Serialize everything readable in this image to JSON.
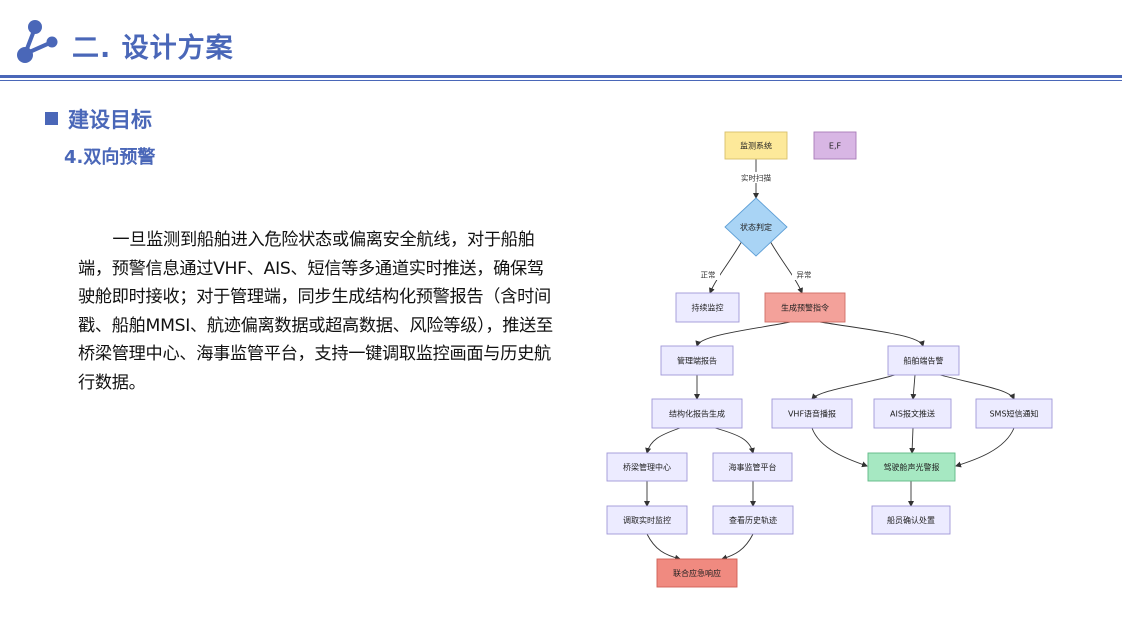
{
  "header": {
    "title": "二. 设计方案"
  },
  "section": {
    "title": "建设目标",
    "subtitle": "4.双向预警"
  },
  "body": {
    "paragraph": "一旦监测到船舶进入危险状态或偏离安全航线，对于船舶端，预警信息通过VHF、AIS、短信等多通道实时推送，确保驾驶舱即时接收；对于管理端，同步生成结构化预警报告（含时间戳、船舶MMSI、航迹偏离数据或超高数据、风险等级），推送至桥梁管理中心、海事监管平台，支持一键调取监控画面与历史航行数据。"
  },
  "colors": {
    "accent": "#4a67b8",
    "node_default": "#ecebff",
    "node_start": "#fde99a",
    "node_ef": "#d8b6e4",
    "node_decision": "#a9d4f5",
    "node_alert": "#f3a19a",
    "node_green": "#a6e8c2",
    "node_final": "#f08a80"
  },
  "diagram": {
    "nodes": {
      "monitor": "监测系统",
      "ef": "E,F",
      "decision": "状态判定",
      "keep": "持续监控",
      "alert": "生成预警指令",
      "mgmt_report": "管理端报告",
      "ship_alert": "船舶端告警",
      "struct_report": "结构化报告生成",
      "vhf": "VHF语音播报",
      "ais": "AIS报文推送",
      "sms": "SMS短信通知",
      "bridge": "桥梁管理中心",
      "maritime": "海事监管平台",
      "cockpit": "驾驶舱声光警报",
      "realtime": "调取实时监控",
      "history": "查看历史轨迹",
      "crew": "船员确认处置",
      "joint": "联合应急响应"
    },
    "edges": {
      "scan": "实时扫描",
      "normal": "正常",
      "abnormal": "异常"
    }
  }
}
